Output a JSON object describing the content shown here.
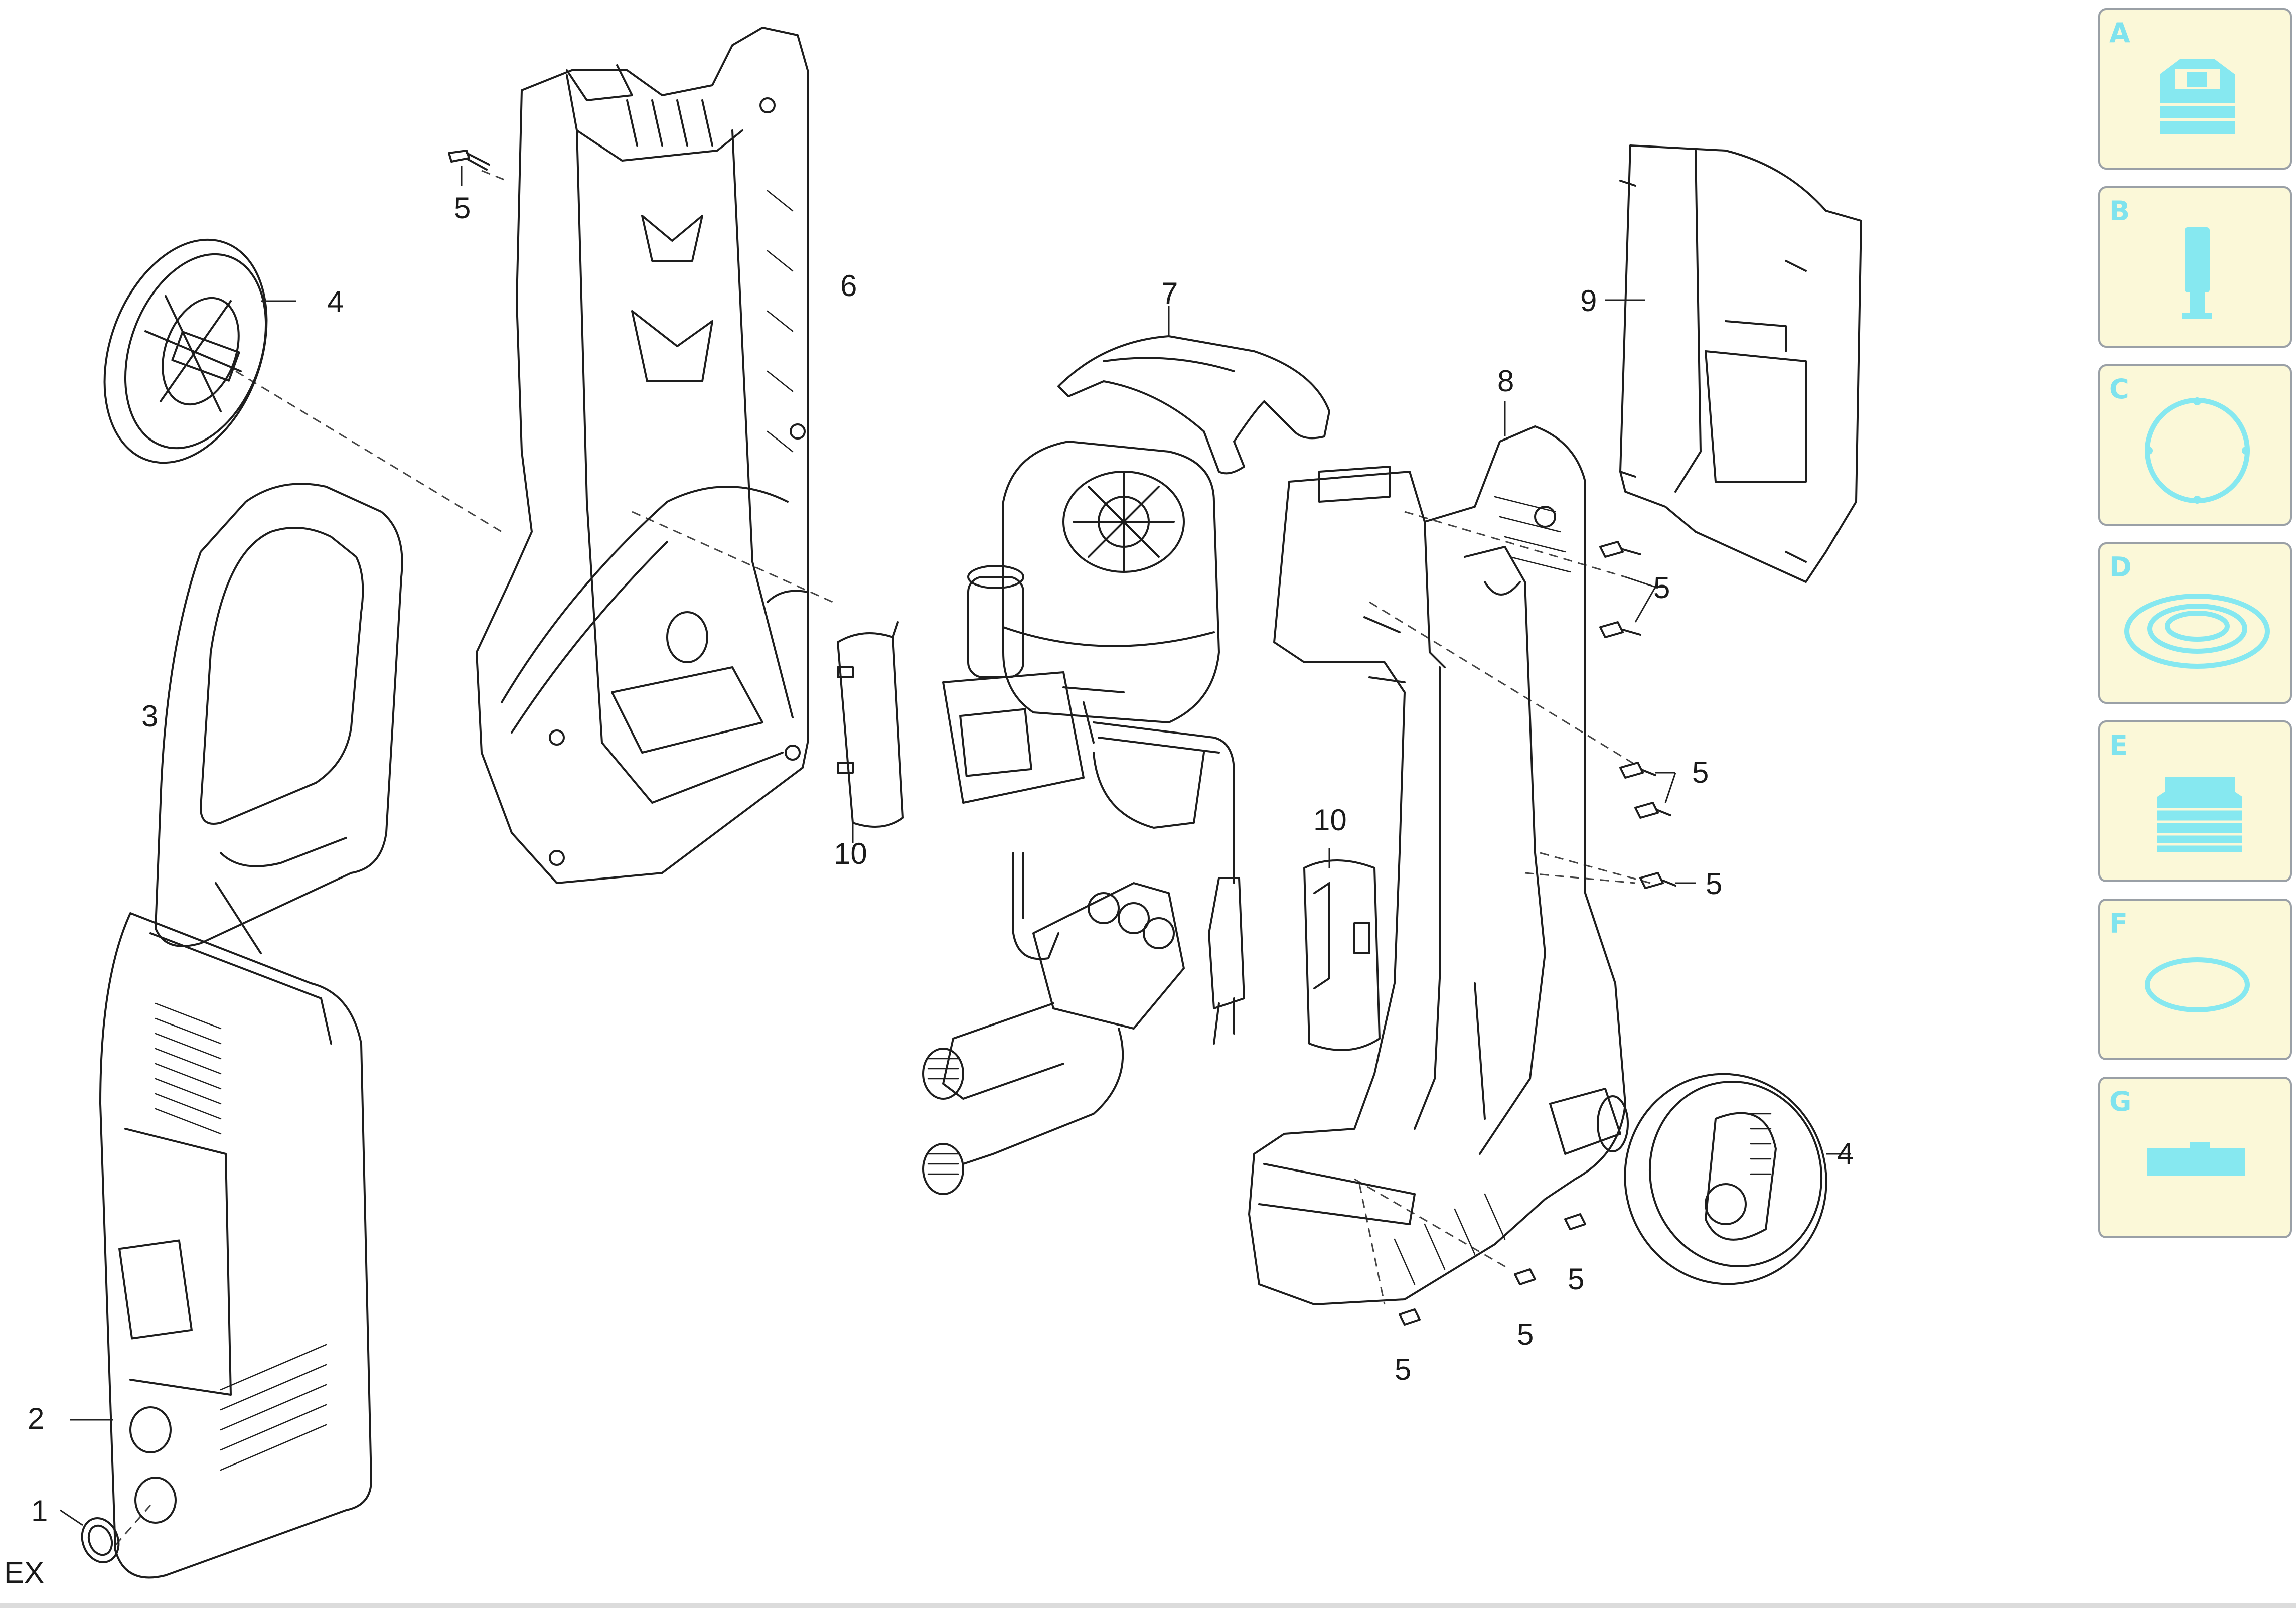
{
  "callouts": [
    {
      "id": "c1",
      "text": "1"
    },
    {
      "id": "c2",
      "text": "2"
    },
    {
      "id": "c3",
      "text": "3"
    },
    {
      "id": "c4a",
      "text": "4"
    },
    {
      "id": "c4b",
      "text": "4"
    },
    {
      "id": "c5a",
      "text": "5"
    },
    {
      "id": "c5b",
      "text": "5"
    },
    {
      "id": "c5c",
      "text": "5"
    },
    {
      "id": "c5d",
      "text": "5"
    },
    {
      "id": "c5e",
      "text": "5"
    },
    {
      "id": "c5f",
      "text": "5"
    },
    {
      "id": "c5g",
      "text": "5"
    },
    {
      "id": "c6",
      "text": "6"
    },
    {
      "id": "c7",
      "text": "7"
    },
    {
      "id": "c8",
      "text": "8"
    },
    {
      "id": "c9",
      "text": "9"
    },
    {
      "id": "c10a",
      "text": "10"
    },
    {
      "id": "c10b",
      "text": "10"
    }
  ],
  "edge_label": "EX",
  "accessory_tiles": [
    {
      "letter": "A",
      "icon": "nozzle-icon"
    },
    {
      "letter": "B",
      "icon": "filter-cartridge-icon"
    },
    {
      "letter": "C",
      "icon": "ring-gasket-icon"
    },
    {
      "letter": "D",
      "icon": "seal-ring-icon"
    },
    {
      "letter": "E",
      "icon": "threaded-adapter-icon"
    },
    {
      "letter": "F",
      "icon": "o-ring-icon"
    },
    {
      "letter": "G",
      "icon": "clip-icon"
    }
  ],
  "colors": {
    "tile_bg": "#fbf8d8",
    "tile_border": "#9aa0a6",
    "accent": "#86e8f0",
    "line": "#1e1e1e"
  }
}
